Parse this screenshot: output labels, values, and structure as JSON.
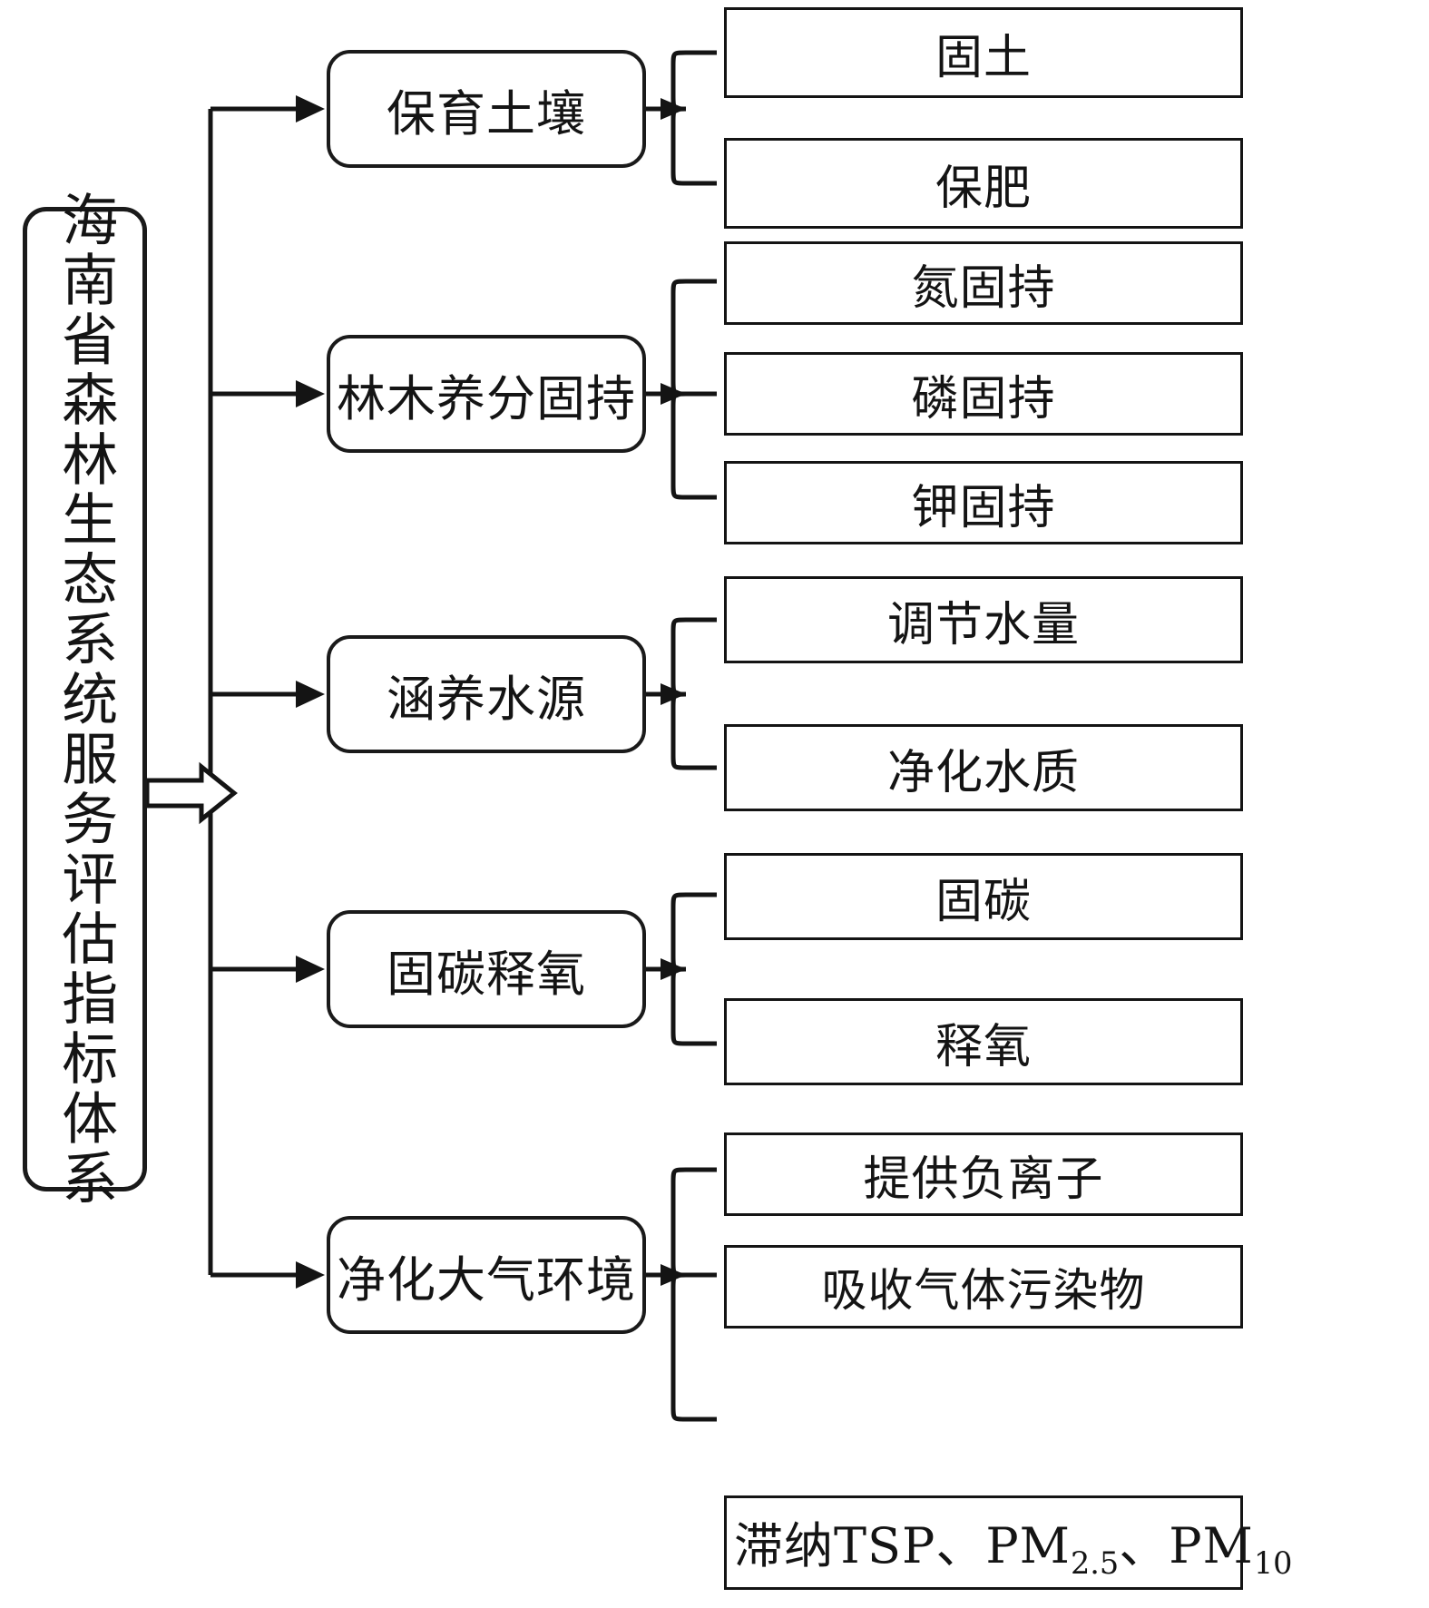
{
  "diagram": {
    "title": "海南省森林生态系统服务评估指标体系",
    "root": {
      "label": "海南省森林生态系统服务评估指标体系"
    },
    "connector_icons": {
      "root_to_trunk": "hollow-right-arrow-icon",
      "trunk_to_category": "solid-right-arrow-icon",
      "category_to_leaves": "curly-brace-icon"
    },
    "colors": {
      "stroke": "#141414",
      "background": "#ffffff",
      "text": "#141414"
    },
    "categories": [
      {
        "label": "保育土壤",
        "leaves": [
          "固土",
          "保肥"
        ]
      },
      {
        "label": "林木养分固持",
        "leaves": [
          "氮固持",
          "磷固持",
          "钾固持"
        ]
      },
      {
        "label": "涵养水源",
        "leaves": [
          "调节水量",
          "净化水质"
        ]
      },
      {
        "label": "固碳释氧",
        "leaves": [
          "固碳",
          "释氧"
        ]
      },
      {
        "label": "净化大气环境",
        "leaves": [
          "提供负离子",
          "吸收气体污染物",
          "滞纳TSP、PM2.5、PM10"
        ]
      }
    ],
    "pm_box": {
      "prefix": "滞纳TSP、PM",
      "sub1": "2.5",
      "mid": "、PM",
      "sub2": "10"
    }
  }
}
